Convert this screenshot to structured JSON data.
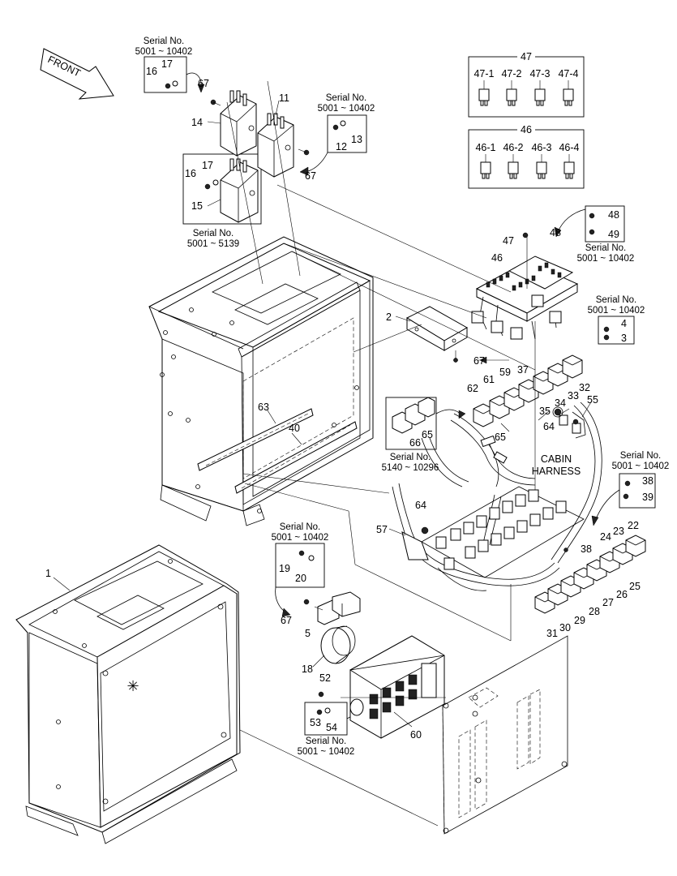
{
  "front_label": "FRONT",
  "cabin_harness": [
    "CABIN",
    "HARNESS"
  ],
  "serial_notes": [
    {
      "id": "s1",
      "title": "Serial No.",
      "range": "5001 ~ 10402"
    },
    {
      "id": "s2",
      "title": "Serial No.",
      "range": "5001 ~ 10402"
    },
    {
      "id": "s3",
      "title": "Serial No.",
      "range": "5001 ~ 5139"
    },
    {
      "id": "s4",
      "title": "Serial No.",
      "range": "5001 ~ 10402"
    },
    {
      "id": "s5",
      "title": "Serial No.",
      "range": "5001 ~ 10402"
    },
    {
      "id": "s6",
      "title": "Serial No.",
      "range": "5140 ~ 10296"
    },
    {
      "id": "s7",
      "title": "Serial No.",
      "range": "5001 ~ 10402"
    },
    {
      "id": "s8",
      "title": "Serial No.",
      "range": "5001 ~ 10402"
    },
    {
      "id": "s9",
      "title": "Serial No.",
      "range": "5001 ~ 10402"
    }
  ],
  "fuse_groups": [
    {
      "id": "47",
      "label": "47",
      "items": [
        "47-1",
        "47-2",
        "47-3",
        "47-4"
      ]
    },
    {
      "id": "46",
      "label": "46",
      "items": [
        "46-1",
        "46-2",
        "46-3",
        "46-4"
      ]
    }
  ],
  "callouts": [
    "1",
    "2",
    "3",
    "4",
    "5",
    "11",
    "12",
    "13",
    "14",
    "15",
    "16",
    "16",
    "17",
    "17",
    "18",
    "19",
    "20",
    "22",
    "23",
    "24",
    "25",
    "26",
    "27",
    "28",
    "29",
    "30",
    "31",
    "32",
    "33",
    "34",
    "35",
    "37",
    "38",
    "38",
    "39",
    "40",
    "46",
    "47",
    "48",
    "48",
    "49",
    "52",
    "53",
    "54",
    "55",
    "57",
    "59",
    "60",
    "61",
    "62",
    "63",
    "64",
    "64",
    "65",
    "65",
    "66",
    "67",
    "67",
    "67",
    "67"
  ],
  "colors": {
    "line": "#000000",
    "background": "#ffffff"
  }
}
